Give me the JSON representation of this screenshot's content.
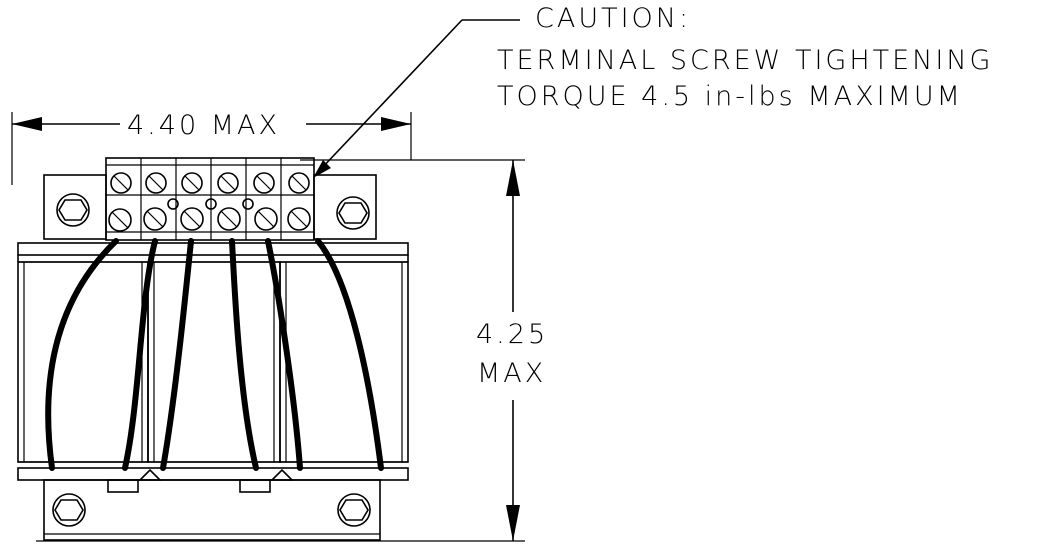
{
  "caution": {
    "title": "CAUTION:",
    "line1": "TERMINAL SCREW TIGHTENING",
    "line2": "TORQUE 4.5 in-lbs MAXIMUM"
  },
  "dimensions": {
    "width_label": "4.40 MAX",
    "height_value": "4.25",
    "height_unit": "MAX"
  }
}
